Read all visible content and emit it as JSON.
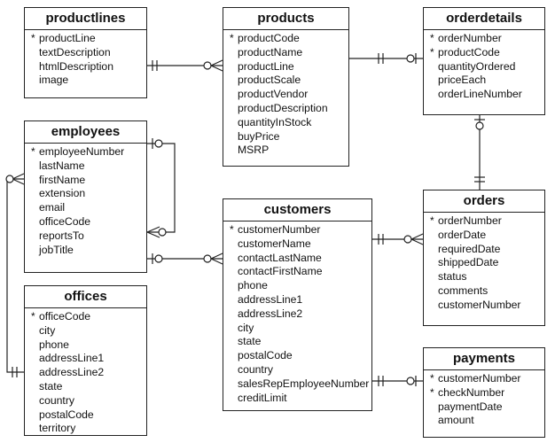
{
  "entities": {
    "productlines": {
      "title": "productlines",
      "fields": [
        {
          "name": "productLine",
          "key": true
        },
        {
          "name": "textDescription",
          "key": false
        },
        {
          "name": "htmlDescription",
          "key": false
        },
        {
          "name": "image",
          "key": false
        }
      ]
    },
    "products": {
      "title": "products",
      "fields": [
        {
          "name": "productCode",
          "key": true
        },
        {
          "name": "productName",
          "key": false
        },
        {
          "name": "productLine",
          "key": false
        },
        {
          "name": "productScale",
          "key": false
        },
        {
          "name": "productVendor",
          "key": false
        },
        {
          "name": "productDescription",
          "key": false
        },
        {
          "name": "quantityInStock",
          "key": false
        },
        {
          "name": "buyPrice",
          "key": false
        },
        {
          "name": "MSRP",
          "key": false
        }
      ]
    },
    "orderdetails": {
      "title": "orderdetails",
      "fields": [
        {
          "name": "orderNumber",
          "key": true
        },
        {
          "name": "productCode",
          "key": true
        },
        {
          "name": "quantityOrdered",
          "key": false
        },
        {
          "name": "priceEach",
          "key": false
        },
        {
          "name": "orderLineNumber",
          "key": false
        }
      ]
    },
    "employees": {
      "title": "employees",
      "fields": [
        {
          "name": "employeeNumber",
          "key": true
        },
        {
          "name": "lastName",
          "key": false
        },
        {
          "name": "firstName",
          "key": false
        },
        {
          "name": "extension",
          "key": false
        },
        {
          "name": "email",
          "key": false
        },
        {
          "name": "officeCode",
          "key": false
        },
        {
          "name": "reportsTo",
          "key": false
        },
        {
          "name": "jobTitle",
          "key": false
        }
      ]
    },
    "customers": {
      "title": "customers",
      "fields": [
        {
          "name": "customerNumber",
          "key": true
        },
        {
          "name": "customerName",
          "key": false
        },
        {
          "name": "contactLastName",
          "key": false
        },
        {
          "name": "contactFirstName",
          "key": false
        },
        {
          "name": "phone",
          "key": false
        },
        {
          "name": "addressLine1",
          "key": false
        },
        {
          "name": "addressLine2",
          "key": false
        },
        {
          "name": "city",
          "key": false
        },
        {
          "name": "state",
          "key": false
        },
        {
          "name": "postalCode",
          "key": false
        },
        {
          "name": "country",
          "key": false
        },
        {
          "name": "salesRepEmployeeNumber",
          "key": false
        },
        {
          "name": "creditLimit",
          "key": false
        }
      ]
    },
    "orders": {
      "title": "orders",
      "fields": [
        {
          "name": "orderNumber",
          "key": true
        },
        {
          "name": "orderDate",
          "key": false
        },
        {
          "name": "requiredDate",
          "key": false
        },
        {
          "name": "shippedDate",
          "key": false
        },
        {
          "name": "status",
          "key": false
        },
        {
          "name": "comments",
          "key": false
        },
        {
          "name": "customerNumber",
          "key": false
        }
      ]
    },
    "offices": {
      "title": "offices",
      "fields": [
        {
          "name": "officeCode",
          "key": true
        },
        {
          "name": "city",
          "key": false
        },
        {
          "name": "phone",
          "key": false
        },
        {
          "name": "addressLine1",
          "key": false
        },
        {
          "name": "addressLine2",
          "key": false
        },
        {
          "name": "state",
          "key": false
        },
        {
          "name": "country",
          "key": false
        },
        {
          "name": "postalCode",
          "key": false
        },
        {
          "name": "territory",
          "key": false
        }
      ]
    },
    "payments": {
      "title": "payments",
      "fields": [
        {
          "name": "customerNumber",
          "key": true
        },
        {
          "name": "checkNumber",
          "key": true
        },
        {
          "name": "paymentDate",
          "key": false
        },
        {
          "name": "amount",
          "key": false
        }
      ]
    }
  },
  "key_marker": "*",
  "relationships": [
    {
      "from": "productlines",
      "to": "products",
      "from_end": "one-and-only-one",
      "to_end": "zero-or-many"
    },
    {
      "from": "products",
      "to": "orderdetails",
      "from_end": "one-and-only-one",
      "to_end": "zero-or-one"
    },
    {
      "from": "orderdetails",
      "to": "orders",
      "from_end": "zero-or-one",
      "to_end": "one-and-only-one"
    },
    {
      "from": "employees",
      "to": "employees",
      "from_end": "zero-or-one",
      "to_end": "zero-or-many"
    },
    {
      "from": "employees",
      "to": "customers",
      "from_end": "zero-or-one",
      "to_end": "zero-or-many"
    },
    {
      "from": "customers",
      "to": "orders",
      "from_end": "one-and-only-one",
      "to_end": "zero-or-many"
    },
    {
      "from": "customers",
      "to": "payments",
      "from_end": "one-and-only-one",
      "to_end": "zero-or-one"
    },
    {
      "from": "offices",
      "to": "employees",
      "from_end": "one-and-only-one",
      "to_end": "zero-or-many"
    }
  ]
}
